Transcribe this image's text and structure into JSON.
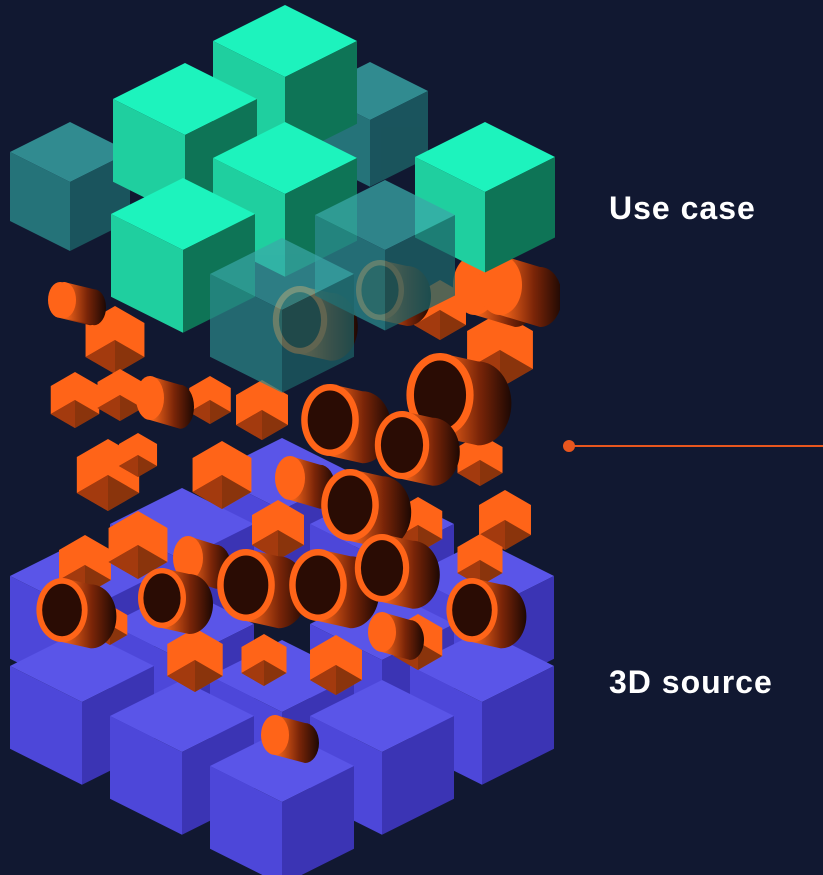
{
  "labels": {
    "top": "Use case",
    "bottom": "3D source"
  },
  "colors": {
    "background": "#111831",
    "top_cube_top": "#1df3bd",
    "top_cube_left": "#1fcf9f",
    "top_cube_right": "#0e7456",
    "faded_cube_top": "#3aa8a8",
    "faded_cube_left": "#2b8a8c",
    "faded_cube_right": "#1d6468",
    "bottom_cube_top": "#5a55e8",
    "bottom_cube_left": "#4d47d9",
    "bottom_cube_right": "#3b34b4",
    "shape_light": "#ff6418",
    "shape_dark": "#2a0c04",
    "connector": "#e8561e"
  },
  "icons": {
    "connector": "dot-line-connector"
  }
}
